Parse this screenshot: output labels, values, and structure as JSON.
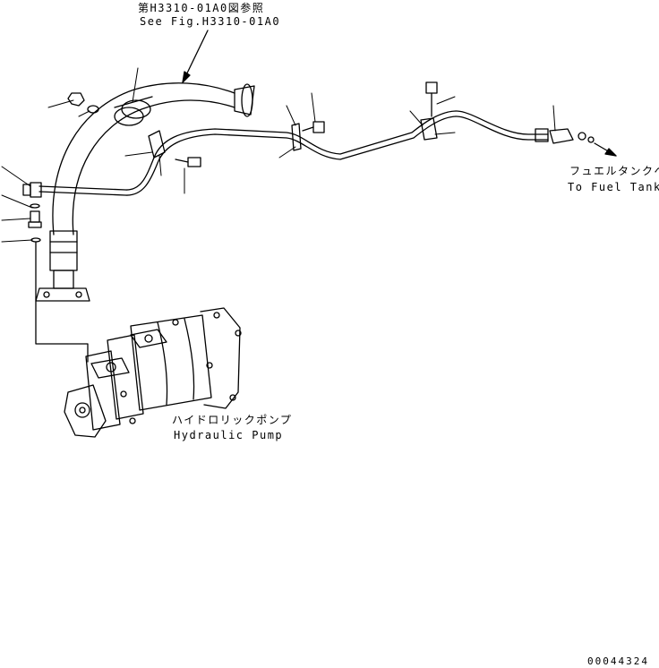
{
  "reference": {
    "jp": "第H3310-01A0図参照",
    "en": "See Fig.H3310-01A0"
  },
  "fuel_tank": {
    "jp": "フュエルタンクへ",
    "en": "To Fuel Tank"
  },
  "hydraulic_pump": {
    "jp": "ハイドロリックポンプ",
    "en": "Hydraulic Pump"
  },
  "drawing_number": "00044324"
}
